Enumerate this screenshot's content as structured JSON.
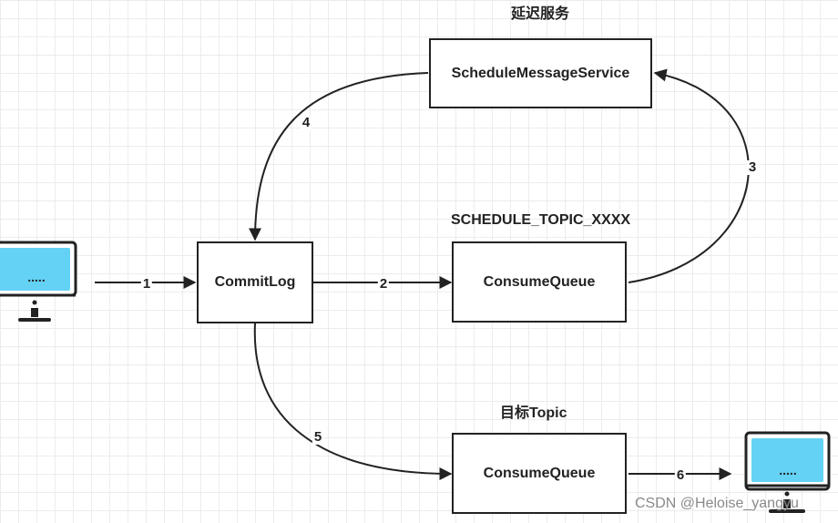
{
  "captions": {
    "delay_service": "延迟服务",
    "schedule_topic": "SCHEDULE_TOPIC_XXXX",
    "target_topic": "目标Topic"
  },
  "boxes": {
    "schedule_service": "ScheduleMessageService",
    "commit_log": "CommitLog",
    "schedule_consume_queue": "ConsumeQueue",
    "target_consume_queue": "ConsumeQueue"
  },
  "edges": {
    "e1": "1",
    "e2": "2",
    "e3": "3",
    "e4": "4",
    "e5": "5",
    "e6": "6"
  },
  "clients": {
    "producer_screen": ".....",
    "consumer_screen": "....."
  },
  "watermark": "CSDN @Heloise_yangyu",
  "colors": {
    "screen_fill": "#64d2f5",
    "stroke": "#222222"
  }
}
